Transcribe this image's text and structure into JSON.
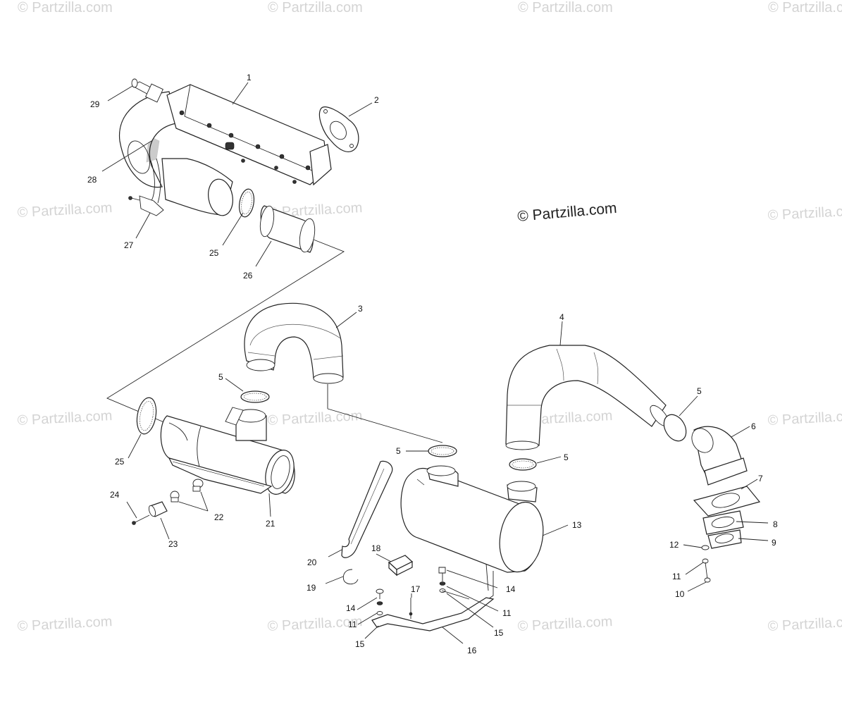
{
  "watermark": {
    "text": "© Partzilla.com"
  },
  "brand": {
    "text": "© Partzilla.com"
  },
  "callouts": {
    "c1": "1",
    "c2": "2",
    "c3": "3",
    "c4": "4",
    "c5a": "5",
    "c5b": "5",
    "c5c": "5",
    "c5d": "5",
    "c6": "6",
    "c7": "7",
    "c8": "8",
    "c9": "9",
    "c10": "10",
    "c11a": "11",
    "c11b": "11",
    "c11c": "11",
    "c12": "12",
    "c13": "13",
    "c14a": "14",
    "c14b": "14",
    "c15a": "15",
    "c15b": "15",
    "c16": "16",
    "c17": "17",
    "c18": "18",
    "c19": "19",
    "c20": "20",
    "c21": "21",
    "c22": "22",
    "c23": "23",
    "c24": "24",
    "c25a": "25",
    "c25b": "25",
    "c26": "26",
    "c27": "27",
    "c28": "28",
    "c29": "29"
  }
}
